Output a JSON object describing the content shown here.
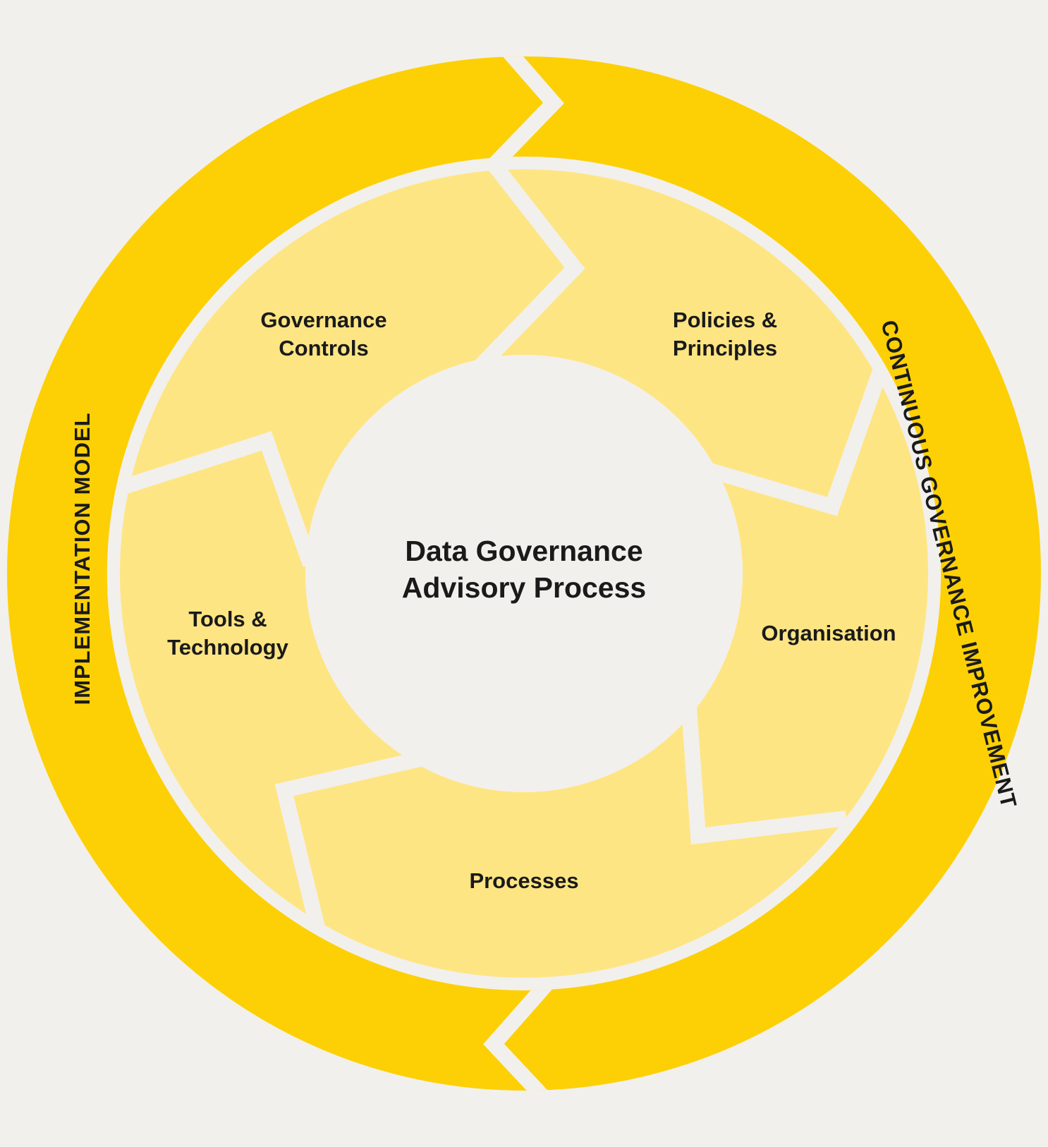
{
  "colors": {
    "background": "#f2f0ec",
    "outer_ring": "#fdd005",
    "inner_segments": "#fee583",
    "text": "#1a1a1a"
  },
  "center": {
    "line1": "Data Governance",
    "line2": "Advisory Process"
  },
  "outer_ring": {
    "left_label": "IMPLEMENTATION MODEL",
    "right_label": "CONTINUOUS GOVERNANCE IMPROVEMENT"
  },
  "segments": [
    {
      "id": "governance-controls",
      "line1": "Governance",
      "line2": "Controls"
    },
    {
      "id": "policies-principles",
      "line1": "Policies &",
      "line2": "Principles"
    },
    {
      "id": "organisation",
      "line1": "Organisation",
      "line2": ""
    },
    {
      "id": "processes",
      "line1": "Processes",
      "line2": ""
    },
    {
      "id": "tools-technology",
      "line1": "Tools &",
      "line2": "Technology"
    }
  ]
}
